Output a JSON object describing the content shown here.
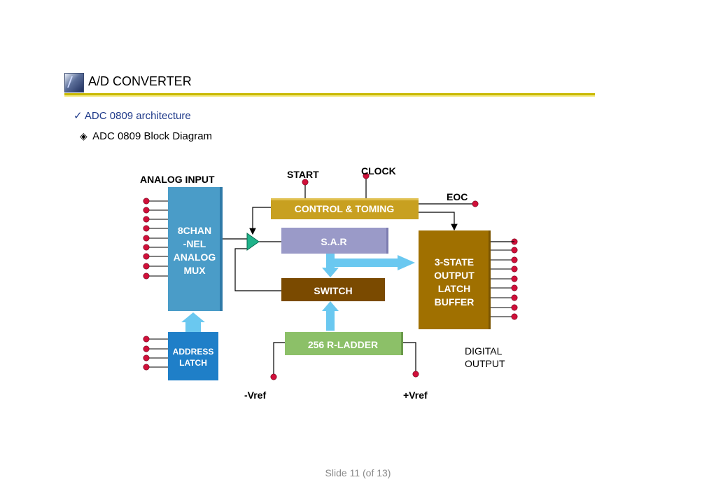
{
  "header": {
    "title": "A/D CONVERTER",
    "bullet_check": "✓",
    "bullet_1": "ADC 0809 architecture",
    "bullet_diamond": "◈",
    "bullet_2": "ADC 0809 Block Diagram"
  },
  "diagram": {
    "labels": {
      "analog_input": "ANALOG INPUT",
      "start": "START",
      "clock": "CLOCK",
      "eoc": "EOC",
      "digital_output_1": "DIGITAL",
      "digital_output_2": "OUTPUT",
      "vref_neg": "-Vref",
      "vref_pos": "+Vref"
    },
    "blocks": {
      "mux": [
        "8CHAN",
        "-NEL",
        "ANALOG",
        "MUX"
      ],
      "address_latch": [
        "ADDRESS",
        "LATCH"
      ],
      "control": "CONTROL & TOMING",
      "sar": "S.A.R",
      "switch": "SWITCH",
      "ladder": "256 R-LADDER",
      "output_latch": [
        "3-STATE",
        "OUTPUT",
        "LATCH",
        "BUFFER"
      ]
    },
    "colors": {
      "mux": "#4a9cc8",
      "address_latch": "#1f7fc8",
      "control": "#c8a020",
      "sar": "#9a9ac8",
      "switch": "#7a4a00",
      "ladder": "#8cc068",
      "output_latch": "#a07000",
      "comparator": "#1fb38a",
      "pin": "#d0103a",
      "arrow": "#6ac8f0"
    }
  },
  "footer": {
    "slide_text": "Slide  11 (of  13)"
  }
}
